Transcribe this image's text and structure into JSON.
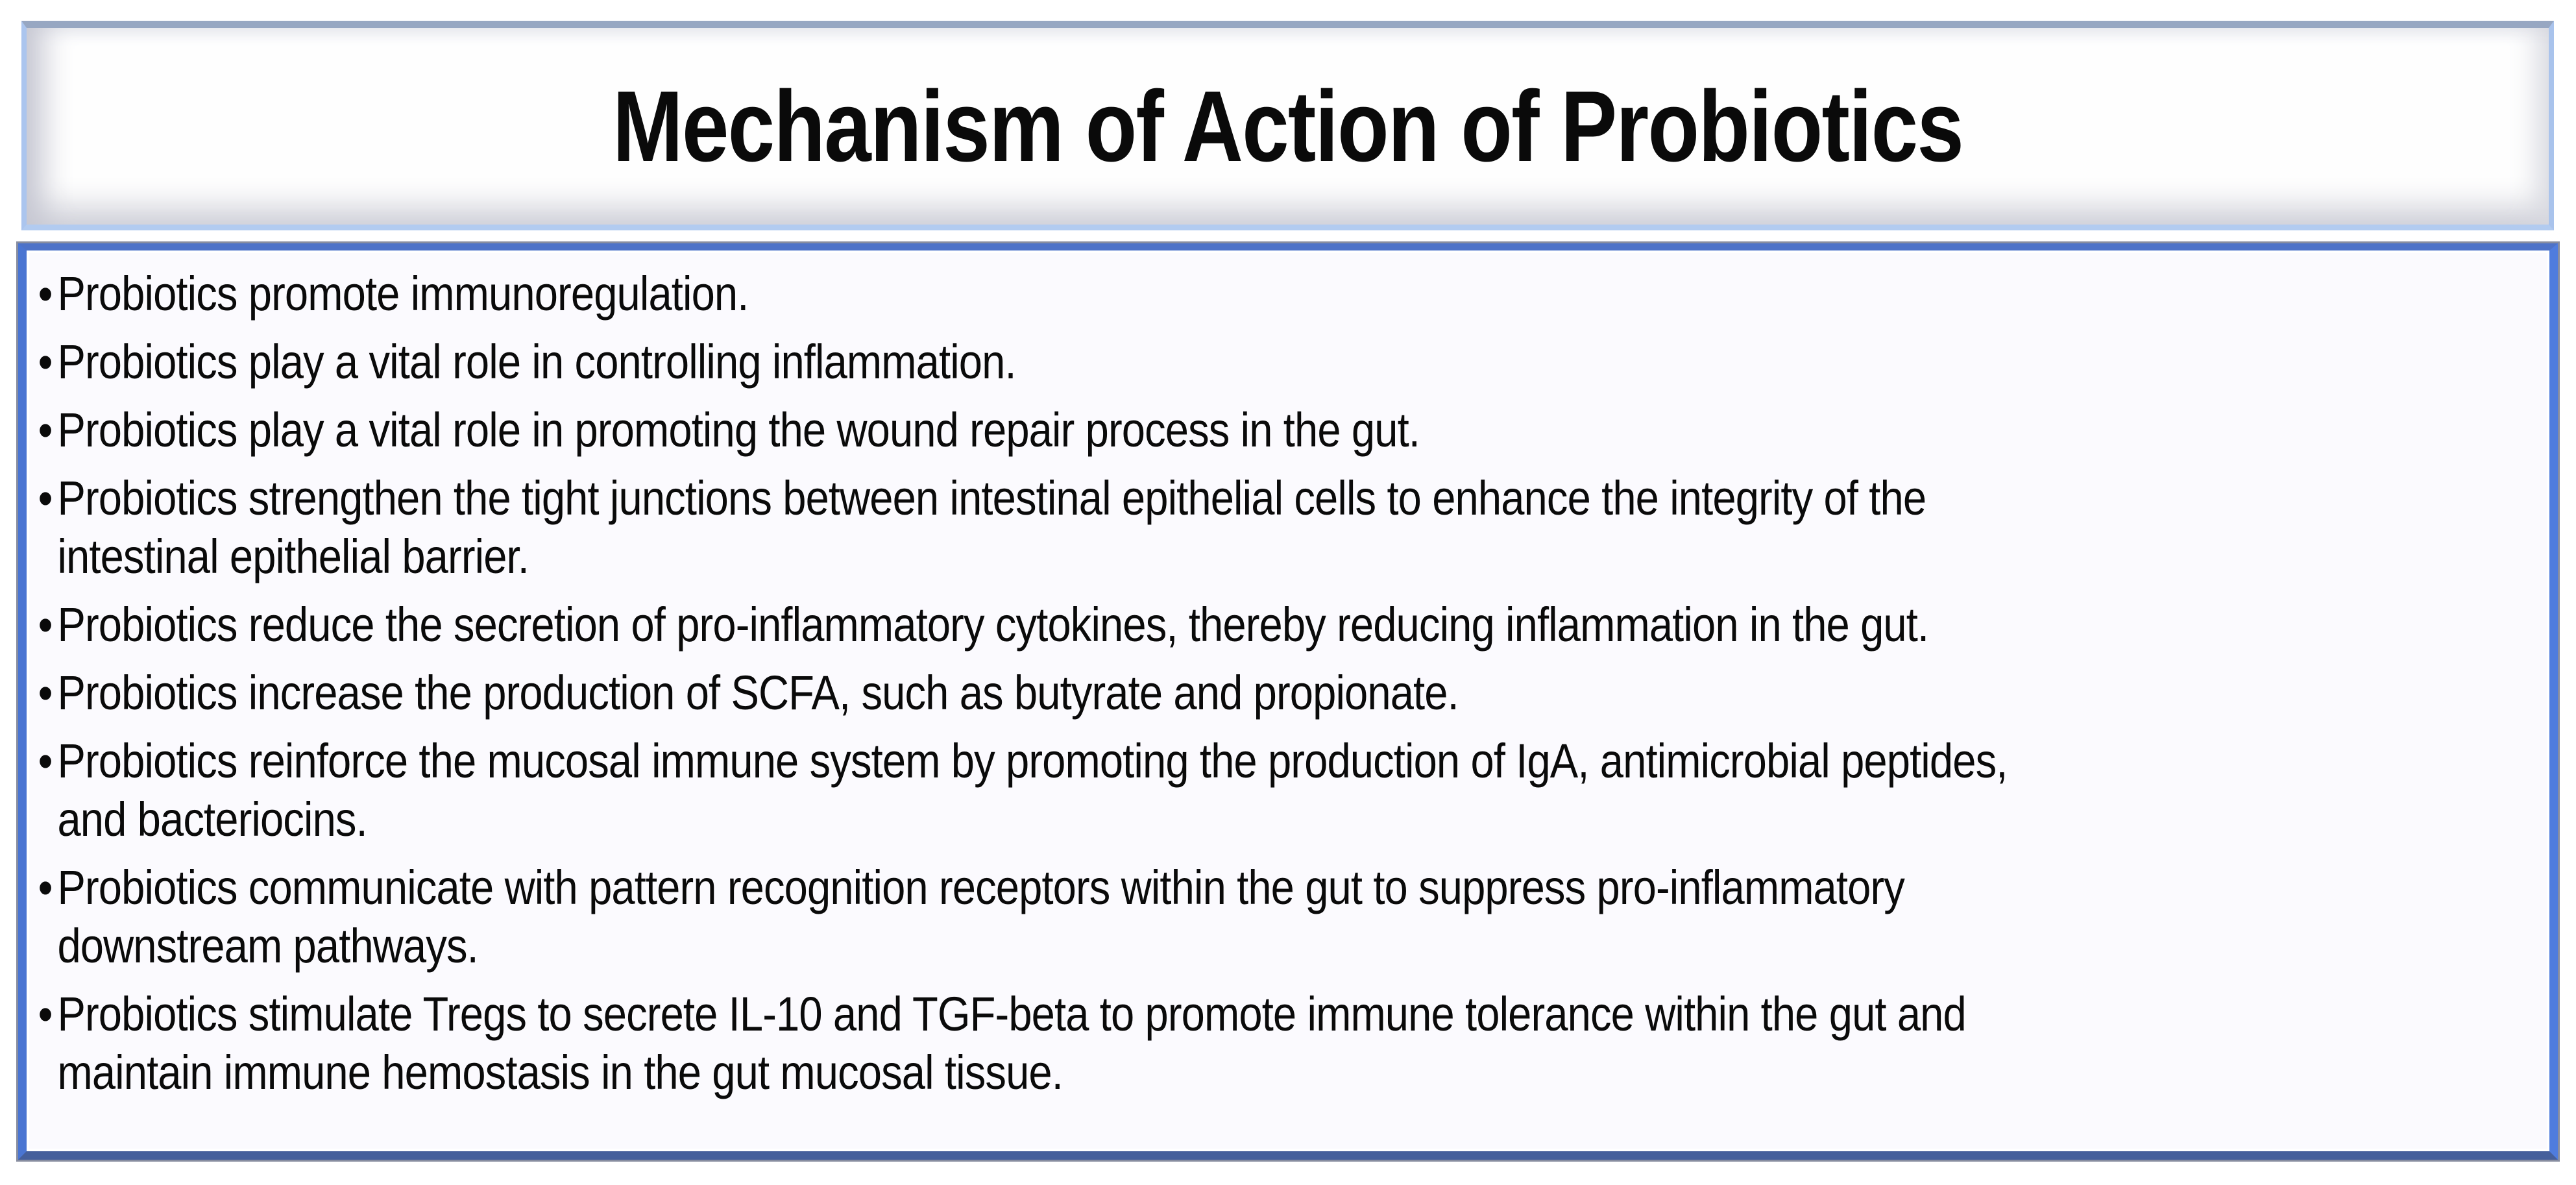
{
  "title": "Mechanism of Action of Probiotics",
  "content": {
    "bullets": [
      {
        "lines": [
          "Probiotics promote immunoregulation."
        ]
      },
      {
        "lines": [
          "Probiotics play a vital role in controlling inflammation."
        ]
      },
      {
        "lines": [
          "Probiotics play a vital role in promoting the wound repair process in the gut."
        ]
      },
      {
        "lines": [
          "Probiotics strengthen the tight junctions between intestinal epithelial cells to enhance the integrity of the",
          "intestinal epithelial barrier."
        ]
      },
      {
        "lines": [
          "Probiotics reduce the secretion of pro-inflammatory cytokines, thereby reducing inflammation in the gut."
        ]
      },
      {
        "lines": [
          "Probiotics increase the production of SCFA, such as butyrate and propionate."
        ]
      },
      {
        "lines": [
          "Probiotics reinforce the mucosal immune system by promoting the production of IgA, antimicrobial peptides,",
          "and bacteriocins."
        ]
      },
      {
        "lines": [
          "Probiotics communicate with pattern recognition receptors within the gut to suppress pro-inflammatory",
          "downstream pathways."
        ]
      },
      {
        "lines": [
          "Probiotics stimulate Tregs to secrete IL-10 and TGF-beta to promote immune tolerance within the gut and",
          "maintain immune hemostasis in the gut mucosal tissue."
        ]
      }
    ]
  },
  "colors": {
    "content_border_blue": "#4a75d2",
    "content_border_bottom": "#455f9b",
    "title_border_top": "#97a7c2",
    "title_border_light_blue": "#abc5ee",
    "text": "#0a0a0a",
    "content_background": "#fbfafe"
  }
}
